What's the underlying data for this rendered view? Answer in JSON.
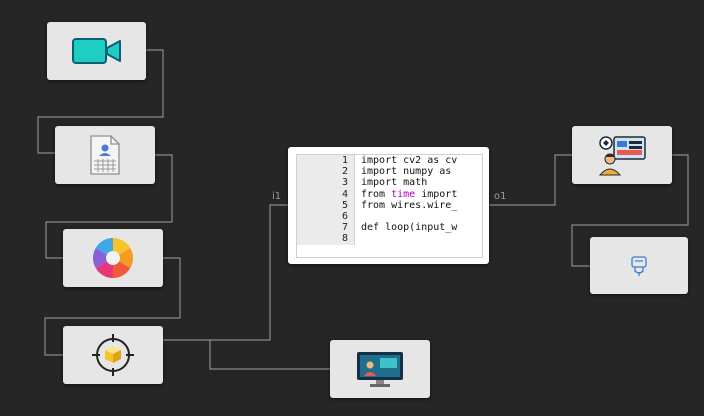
{
  "ports": {
    "input": "i1",
    "output": "o1"
  },
  "code": {
    "lines": [
      {
        "number": "1",
        "segments": [
          {
            "text": "import cv2 as cv",
            "kw": false
          }
        ]
      },
      {
        "number": "2",
        "segments": [
          {
            "text": "import numpy as",
            "kw": false
          }
        ]
      },
      {
        "number": "3",
        "segments": [
          {
            "text": "import math",
            "kw": false
          }
        ]
      },
      {
        "number": "4",
        "segments": [
          {
            "text": "from ",
            "kw": false
          },
          {
            "text": "time",
            "kw": true
          },
          {
            "text": " import",
            "kw": false
          }
        ]
      },
      {
        "number": "5",
        "segments": [
          {
            "text": "from wires.wire_",
            "kw": false
          }
        ]
      },
      {
        "number": "6",
        "segments": []
      },
      {
        "number": "7",
        "segments": [
          {
            "text": "def loop(input_w",
            "kw": false
          }
        ]
      },
      {
        "number": "8",
        "segments": []
      }
    ]
  },
  "nodes": [
    {
      "id": "camera",
      "icon": "video-camera-icon"
    },
    {
      "id": "id-card",
      "icon": "document-user-icon"
    },
    {
      "id": "color-wheel",
      "icon": "color-wheel-icon"
    },
    {
      "id": "target-cube",
      "icon": "crosshair-cube-icon"
    },
    {
      "id": "monitor",
      "icon": "computer-monitor-icon"
    },
    {
      "id": "dashboard-person",
      "icon": "person-dashboard-icon"
    },
    {
      "id": "device",
      "icon": "device-icon"
    }
  ],
  "colors": {
    "background": "#262626",
    "wire": "#8a8a8a",
    "node": "#e6e6e6",
    "keyword": "#b000b0"
  }
}
